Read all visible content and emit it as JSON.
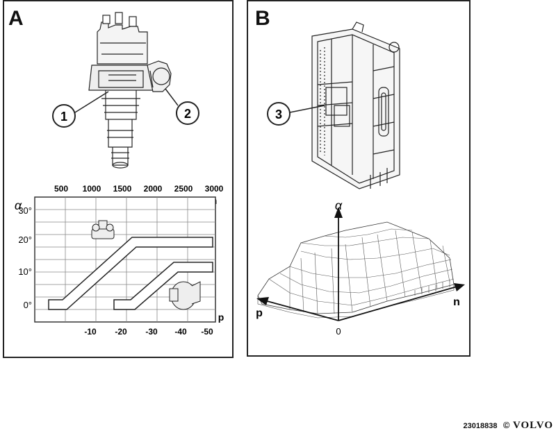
{
  "panel_a": {
    "letter": "A",
    "callouts": [
      "1",
      "2"
    ],
    "chart": {
      "rpm_ticks": [
        "500",
        "1000",
        "1500",
        "2000",
        "2500",
        "3000"
      ],
      "rpm_axis_label": "n",
      "angle_ticks": [
        "30°",
        "20°",
        "10°",
        "0°"
      ],
      "angle_axis_label": "α",
      "pressure_ticks": [
        "-10",
        "-20",
        "-30",
        "-40",
        "-50"
      ],
      "pressure_axis_label": "p"
    }
  },
  "panel_b": {
    "letter": "B",
    "callout": "3",
    "surface": {
      "z_label": "α",
      "p_label": "p",
      "n_label": "n",
      "origin_label": "0"
    }
  },
  "footer": {
    "code": "23018838",
    "brand": "VOLVO"
  }
}
